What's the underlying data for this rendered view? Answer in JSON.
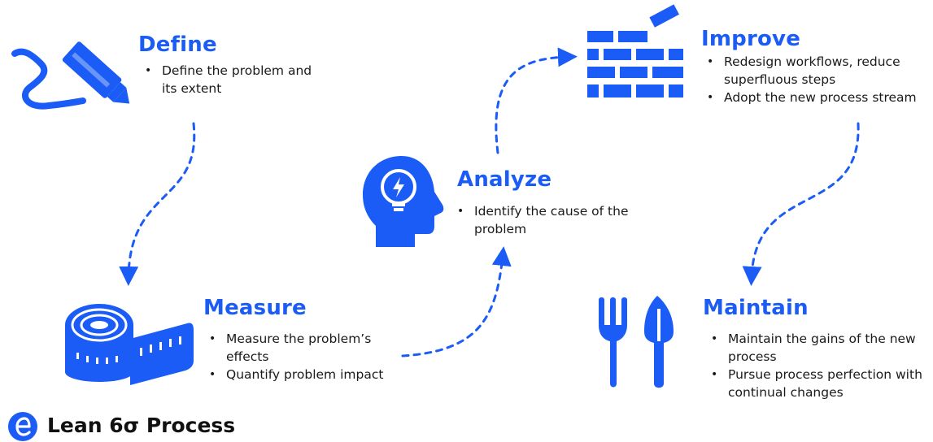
{
  "brand": {
    "name": "Lean 6σ Process",
    "logo_icon": "e-circle-logo-icon",
    "color": "#1a5cf5"
  },
  "accent_color": "#1a5cf5",
  "steps": [
    {
      "title": "Define",
      "icon": "marker-pen-icon",
      "bullets": [
        "Define the problem and its extent"
      ]
    },
    {
      "title": "Measure",
      "icon": "tape-measure-icon",
      "bullets": [
        "Measure the problem’s effects",
        "Quantify problem impact"
      ]
    },
    {
      "title": "Analyze",
      "icon": "head-lightbulb-icon",
      "bullets": [
        "Identify the cause of the problem"
      ]
    },
    {
      "title": "Improve",
      "icon": "brick-wall-icon",
      "bullets": [
        "Redesign workflows, reduce superfluous steps",
        "Adopt the new process stream"
      ]
    },
    {
      "title": "Maintain",
      "icon": "garden-tools-icon",
      "bullets": [
        "Maintain the gains of the new process",
        "Pursue process perfection with continual changes"
      ]
    }
  ]
}
